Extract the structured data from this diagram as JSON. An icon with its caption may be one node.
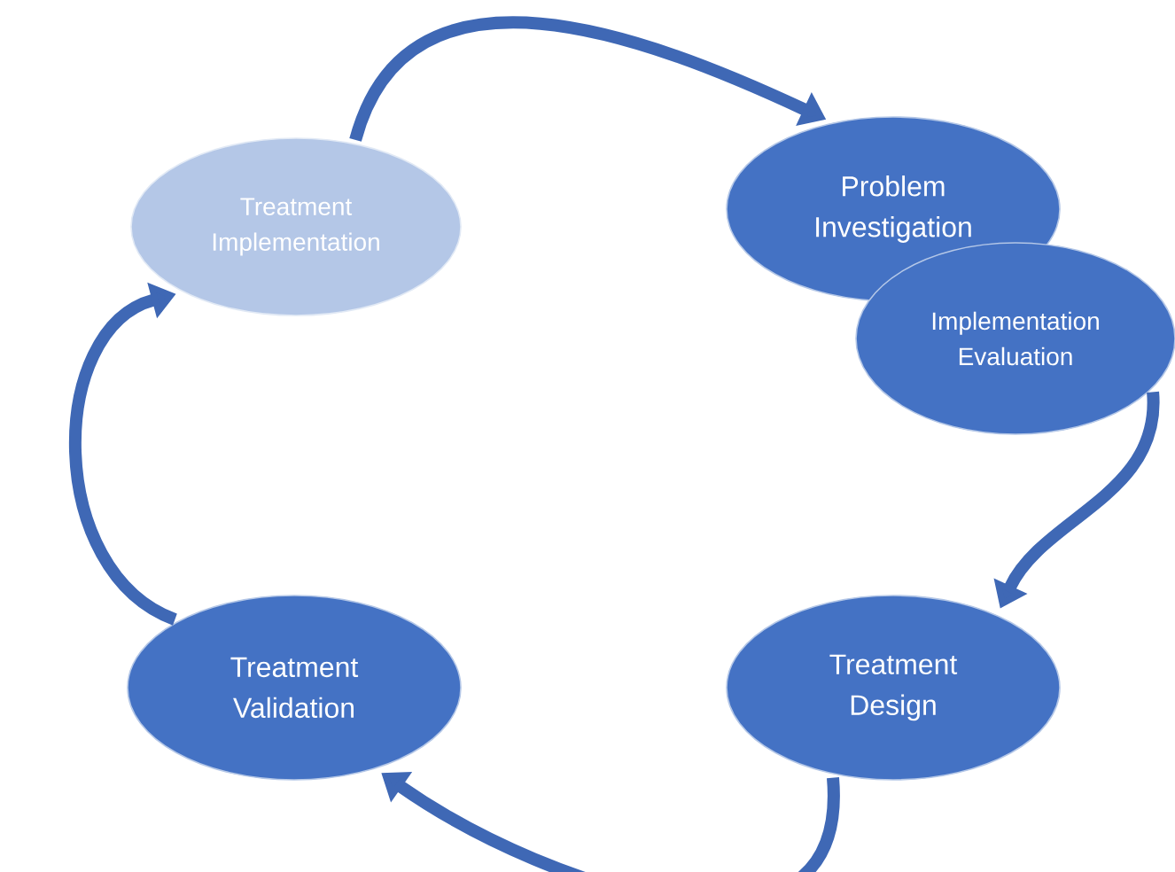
{
  "diagram": {
    "nodes": [
      {
        "text": [
          "Treatment Implementation"
        ]
      },
      {
        "text": [
          "Problem Investigation"
        ]
      },
      {
        "text": [
          "Implementation Evaluation"
        ]
      },
      {
        "text": [
          "Treatment Design"
        ]
      },
      {
        "text": [
          "Treatment Validation"
        ]
      }
    ],
    "edges": [
      {
        "from": 0,
        "to": 1,
        "arrow": "to"
      },
      {
        "from": 2,
        "to": 3,
        "arrow": "to"
      },
      {
        "from": 3,
        "to": 4,
        "arrow": "to"
      },
      {
        "from": 4,
        "to": 0,
        "arrow": "to"
      }
    ]
  }
}
